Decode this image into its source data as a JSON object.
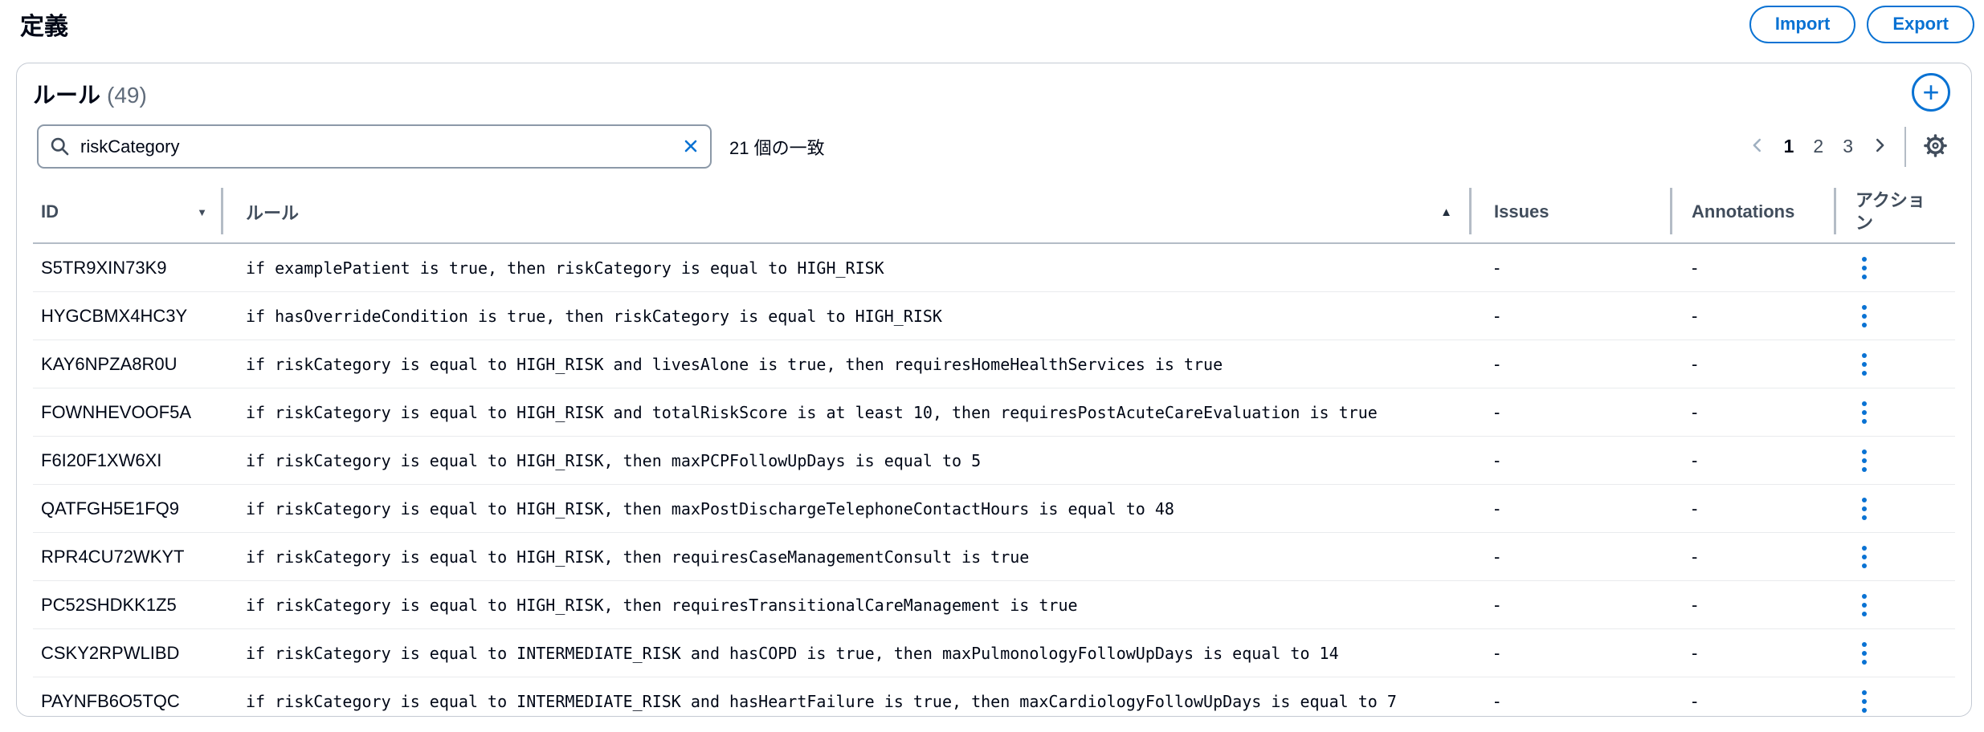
{
  "page": {
    "title": "定義"
  },
  "header": {
    "import_label": "Import",
    "export_label": "Export"
  },
  "panel": {
    "title": "ルール",
    "count": "(49)",
    "search": {
      "value": "riskCategory",
      "match_count": "21 個の一致"
    },
    "pagination": {
      "pages": [
        "1",
        "2",
        "3"
      ],
      "current_page": "1"
    }
  },
  "icons": {
    "add": "+",
    "sort_descending": "▼",
    "sort_ascending": "▲"
  },
  "table": {
    "columns": [
      {
        "label": "ID"
      },
      {
        "label": "ルール"
      },
      {
        "label": "Issues"
      },
      {
        "label": "Annotations"
      },
      {
        "label": "アクション"
      }
    ],
    "rows": [
      {
        "id": "S5TR9XIN73K9",
        "rule": "if examplePatient is true, then riskCategory is equal to HIGH_RISK",
        "issues": "-",
        "annotations": "-"
      },
      {
        "id": "HYGCBMX4HC3Y",
        "rule": "if hasOverrideCondition is true, then riskCategory is equal to HIGH_RISK",
        "issues": "-",
        "annotations": "-"
      },
      {
        "id": "KAY6NPZA8R0U",
        "rule": "if riskCategory is equal to HIGH_RISK and livesAlone is true, then requiresHomeHealthServices is true",
        "issues": "-",
        "annotations": "-"
      },
      {
        "id": "FOWNHEVOOF5A",
        "rule": "if riskCategory is equal to HIGH_RISK and totalRiskScore is at least 10, then requiresPostAcuteCareEvaluation is true",
        "issues": "-",
        "annotations": "-"
      },
      {
        "id": "F6I20F1XW6XI",
        "rule": "if riskCategory is equal to HIGH_RISK, then maxPCPFollowUpDays is equal to 5",
        "issues": "-",
        "annotations": "-"
      },
      {
        "id": "QATFGH5E1FQ9",
        "rule": "if riskCategory is equal to HIGH_RISK, then maxPostDischargeTelephoneContactHours is equal to 48",
        "issues": "-",
        "annotations": "-"
      },
      {
        "id": "RPR4CU72WKYT",
        "rule": "if riskCategory is equal to HIGH_RISK, then requiresCaseManagementConsult is true",
        "issues": "-",
        "annotations": "-"
      },
      {
        "id": "PC52SHDKK1Z5",
        "rule": "if riskCategory is equal to HIGH_RISK, then requiresTransitionalCareManagement is true",
        "issues": "-",
        "annotations": "-"
      },
      {
        "id": "CSKY2RPWLIBD",
        "rule": "if riskCategory is equal to INTERMEDIATE_RISK and hasCOPD is true, then maxPulmonologyFollowUpDays is equal to 14",
        "issues": "-",
        "annotations": "-"
      },
      {
        "id": "PAYNFB6O5TQC",
        "rule": "if riskCategory is equal to INTERMEDIATE_RISK and hasHeartFailure is true, then maxCardiologyFollowUpDays is equal to 7",
        "issues": "-",
        "annotations": "-"
      }
    ]
  },
  "colors": {
    "accent": "#0972d3",
    "text": "#000716",
    "header_text": "#414d5c",
    "counter_text": "#5f6b7a",
    "divider": "#b4bcc6",
    "row_divider": "#e9ebed"
  }
}
